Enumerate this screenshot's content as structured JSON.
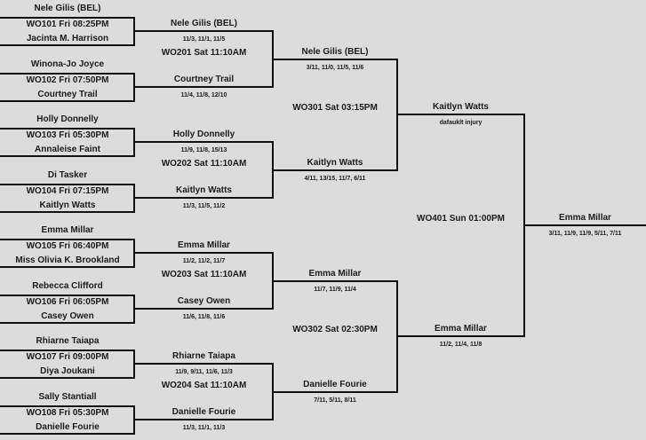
{
  "round1": [
    {
      "top": "Nele Gilis (BEL)",
      "match": "WO101 Fri 08:25PM",
      "bottom": "Jacinta M. Harrison"
    },
    {
      "top": "Winona-Jo Joyce",
      "match": "WO102 Fri 07:50PM",
      "bottom": "Courtney Trail"
    },
    {
      "top": "Holly Donnelly",
      "match": "WO103 Fri 05:30PM",
      "bottom": "Annaleise Faint"
    },
    {
      "top": "Di Tasker",
      "match": "WO104 Fri 07:15PM",
      "bottom": "Kaitlyn Watts"
    },
    {
      "top": "Emma Millar",
      "match": "WO105 Fri 06:40PM",
      "bottom": "Miss Olivia K. Brookland"
    },
    {
      "top": "Rebecca Clifford",
      "match": "WO106 Fri 06:05PM",
      "bottom": "Casey Owen"
    },
    {
      "top": "Rhiarne Taiapa",
      "match": "WO107 Fri 09:00PM",
      "bottom": "Diya Joukani"
    },
    {
      "top": "Sally Stantiall",
      "match": "WO108 Fri 05:30PM",
      "bottom": "Danielle Fourie"
    }
  ],
  "round2": {
    "entries": [
      {
        "name": "Nele Gilis (BEL)",
        "score": "11/3, 11/1, 11/5"
      },
      {
        "name": "Courtney Trail",
        "score": "11/4, 11/8, 12/10"
      },
      {
        "name": "Holly Donnelly",
        "score": "11/9, 11/8, 15/13"
      },
      {
        "name": "Kaitlyn Watts",
        "score": "11/3, 11/5, 11/2"
      },
      {
        "name": "Emma Millar",
        "score": "11/2, 11/2, 11/7"
      },
      {
        "name": "Casey Owen",
        "score": "11/6, 11/8, 11/6"
      },
      {
        "name": "Rhiarne Taiapa",
        "score": "11/9, 9/11, 11/6, 11/3"
      },
      {
        "name": "Danielle Fourie",
        "score": "11/3, 11/1, 11/3"
      }
    ],
    "matches": [
      "WO201 Sat 11:10AM",
      "WO202 Sat 11:10AM",
      "WO203 Sat 11:10AM",
      "WO204 Sat 11:10AM"
    ]
  },
  "round3": {
    "entries": [
      {
        "name": "Nele Gilis (BEL)",
        "score": "3/11, 11/0, 11/5, 11/6"
      },
      {
        "name": "Kaitlyn Watts",
        "score": "4/11, 13/15, 11/7, 6/11"
      },
      {
        "name": "Emma Millar",
        "score": "11/7, 11/9, 11/4"
      },
      {
        "name": "Danielle Fourie",
        "score": "7/11, 5/11, 8/11"
      }
    ],
    "matches": [
      "WO301 Sat 03:15PM",
      "WO302 Sat 02:30PM"
    ]
  },
  "round4": {
    "entries": [
      {
        "name": "Kaitlyn Watts",
        "score": "dafauklt injury"
      },
      {
        "name": "Emma Millar",
        "score": "11/2, 11/4, 11/8"
      }
    ],
    "matches": [
      "WO401 Sun 01:00PM"
    ]
  },
  "final": {
    "entries": [
      {
        "name": "Emma Millar",
        "score": "3/11, 11/9, 11/9, 5/11, 7/11"
      }
    ]
  }
}
